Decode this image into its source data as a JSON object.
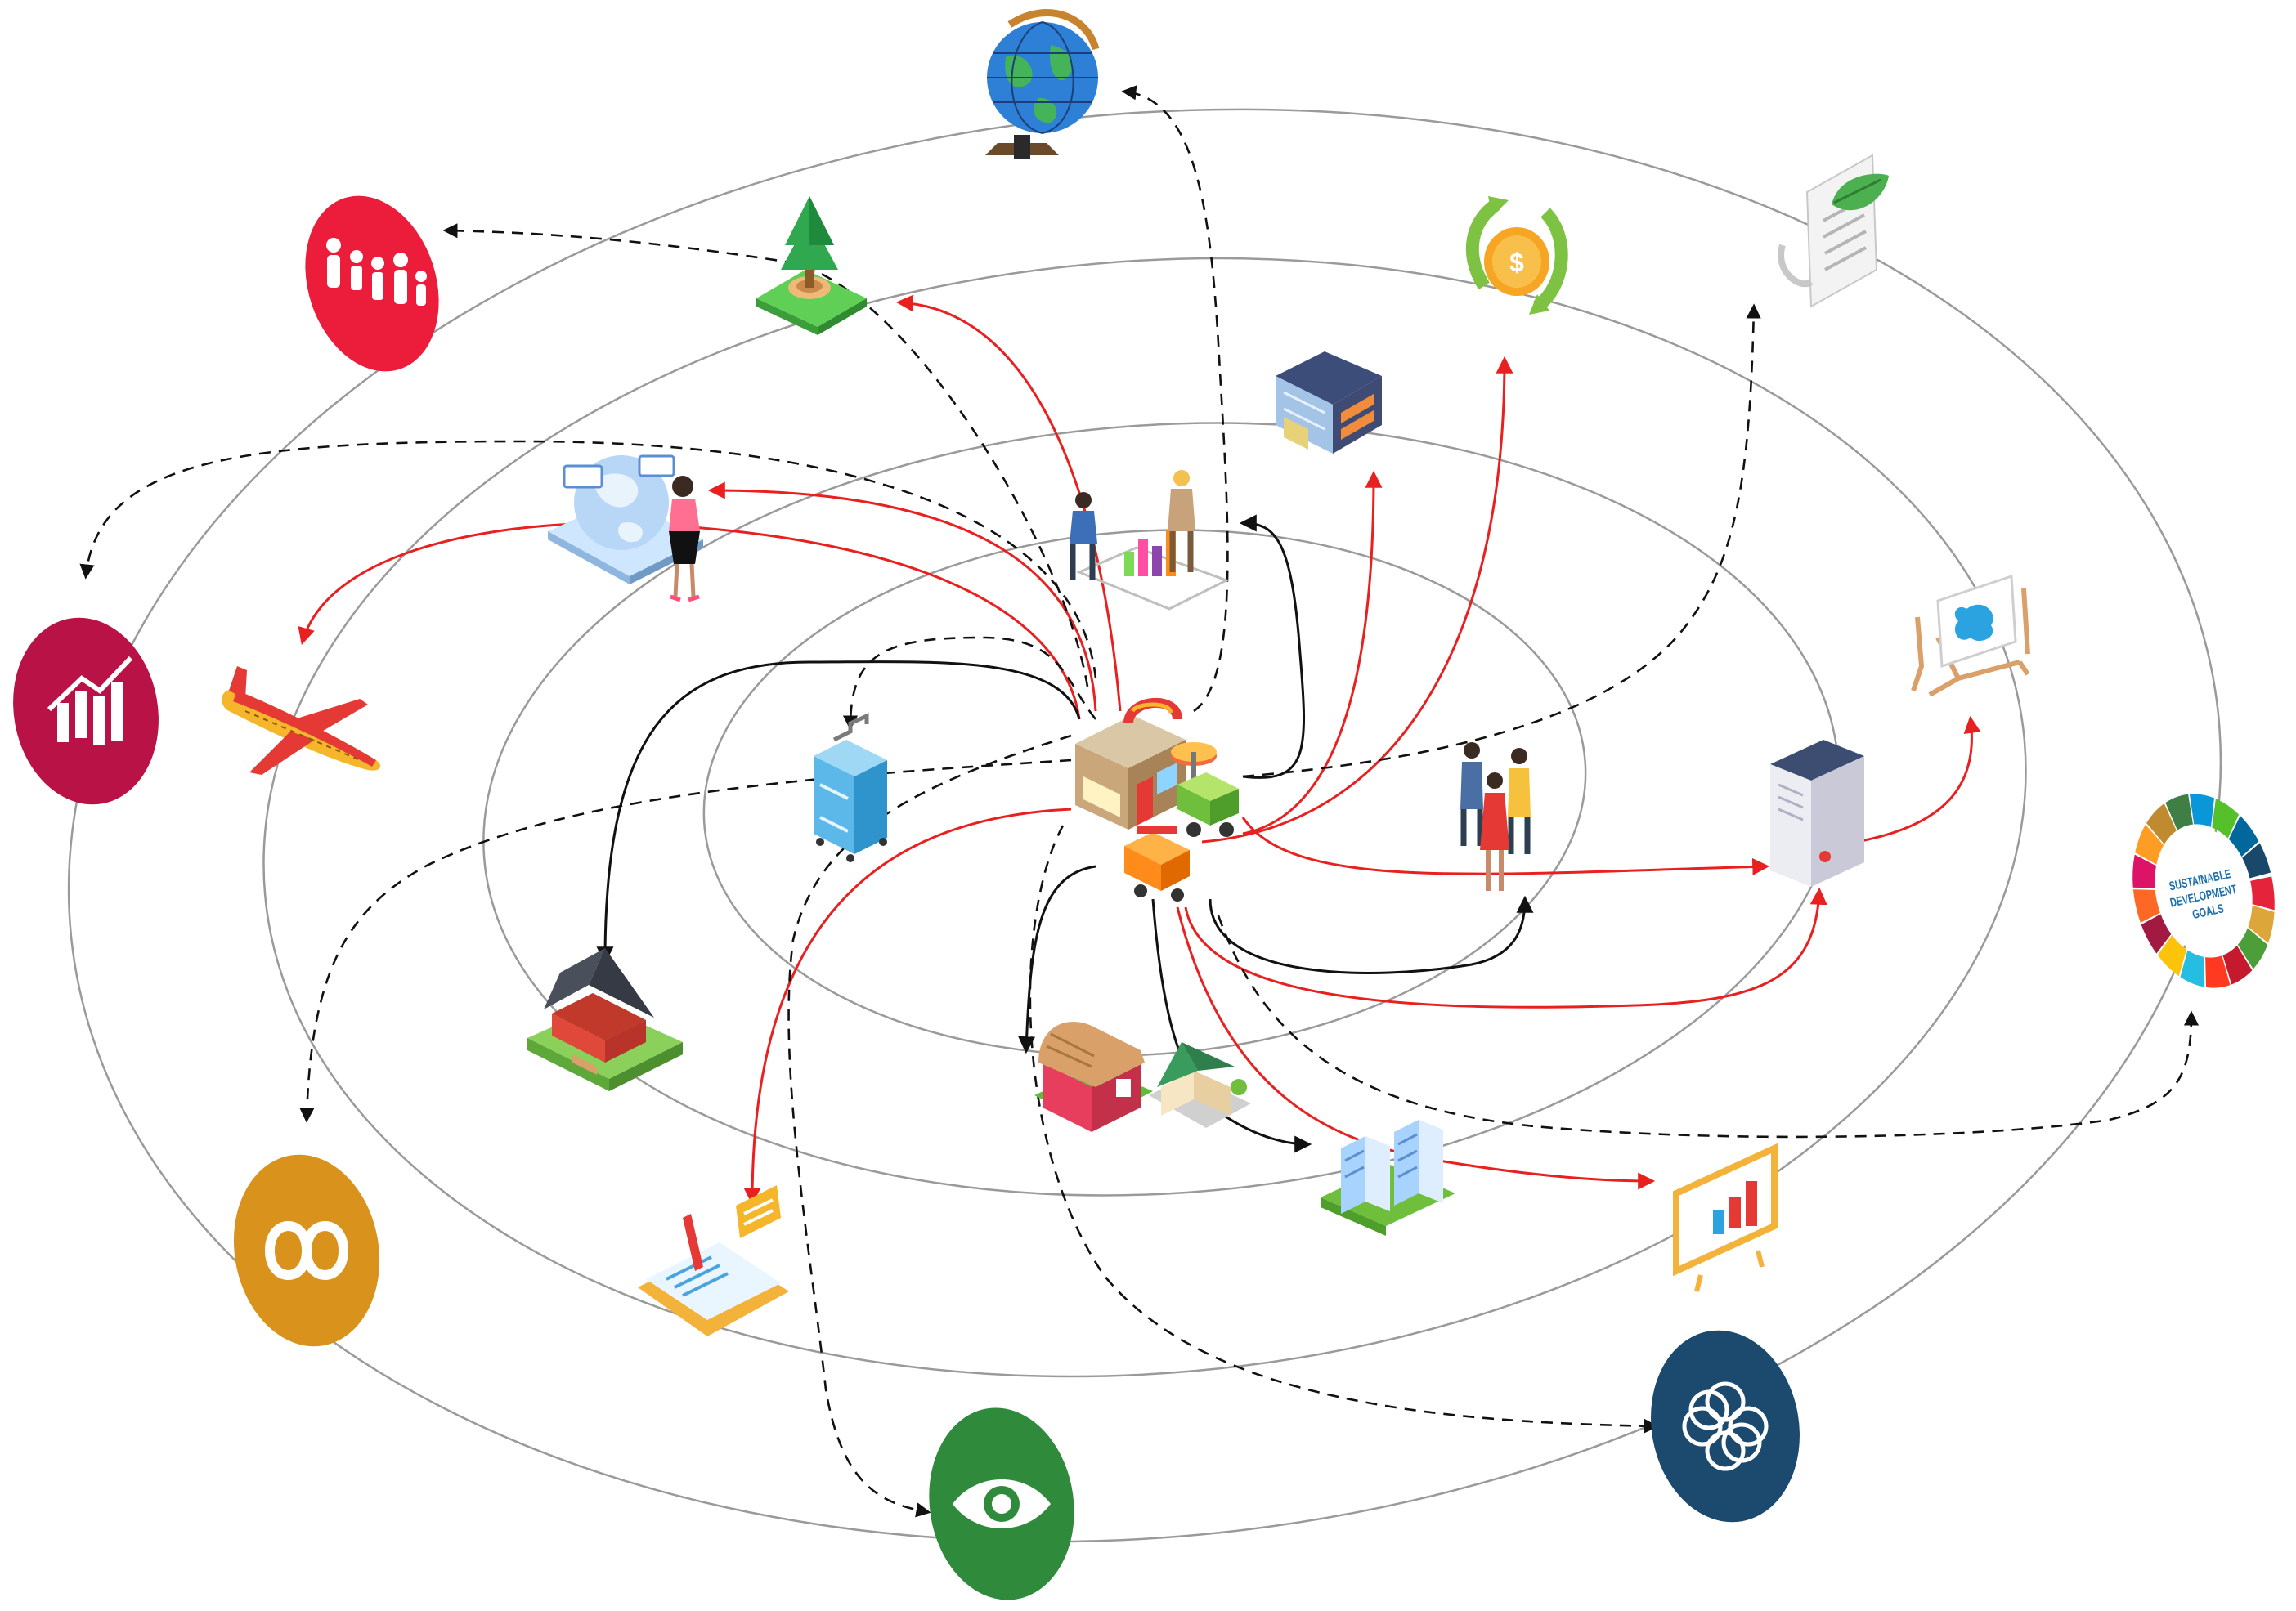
{
  "colors": {
    "orbit": "#9a9a9a",
    "red_link": "#e8201f",
    "black_link": "#111111",
    "dashed_link": "#111111",
    "sdg_family": "#ec1c3b",
    "sdg_growth": "#b81246",
    "sdg_infinity": "#d9921c",
    "sdg_eye": "#2f8a3c",
    "sdg_flower": "#1b4a6e"
  },
  "sdg_wheel_text": {
    "line1": "SUSTAINABLE",
    "line2": "DEVELOPMENT",
    "line3": "GOALS"
  },
  "icons": [
    "globe-icon",
    "family-icon",
    "tree-icon",
    "coin-cycle-icon",
    "document-leaf-icon",
    "building-icon",
    "presenter-globe-icon",
    "airplane-icon",
    "growth-chart-icon",
    "analysts-icon",
    "luggage-icon",
    "store-icon",
    "food-cart-icon",
    "people-group-icon",
    "paint-easel-icon",
    "door-panel-icon",
    "sdg-wheel-icon",
    "house-icon",
    "barn-icon",
    "cottage-icon",
    "office-towers-icon",
    "chart-board-icon",
    "notebook-icon",
    "infinity-icon",
    "eye-globe-icon",
    "flower-icon"
  ]
}
